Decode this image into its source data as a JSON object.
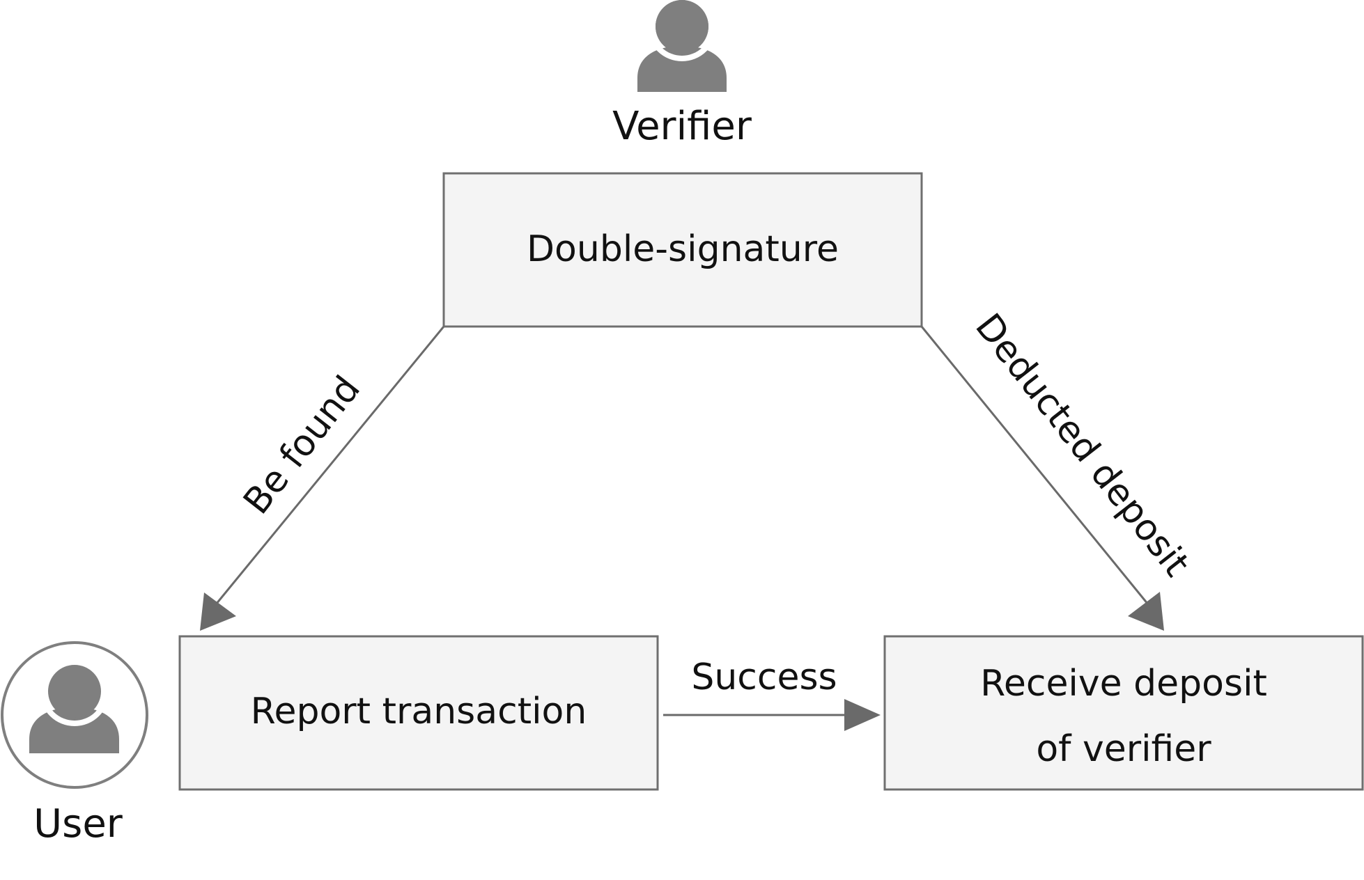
{
  "actors": {
    "verifier": {
      "label": "Verifier",
      "icon": "person-icon"
    },
    "user": {
      "label": "User",
      "icon": "person-icon"
    }
  },
  "nodes": {
    "double_signature": {
      "label": "Double-signature"
    },
    "report_transaction": {
      "label": "Report transaction"
    },
    "receive_deposit": {
      "line1": "Receive deposit",
      "line2": "of verifier"
    }
  },
  "edges": {
    "be_found": {
      "label": "Be found"
    },
    "deducted_deposit": {
      "label": "Deducted deposit"
    },
    "success": {
      "label": "Success"
    }
  },
  "colors": {
    "box_fill": "#f4f4f4",
    "box_stroke": "#6f6f6f",
    "actor": "#7f7f7f",
    "text": "#111111"
  }
}
